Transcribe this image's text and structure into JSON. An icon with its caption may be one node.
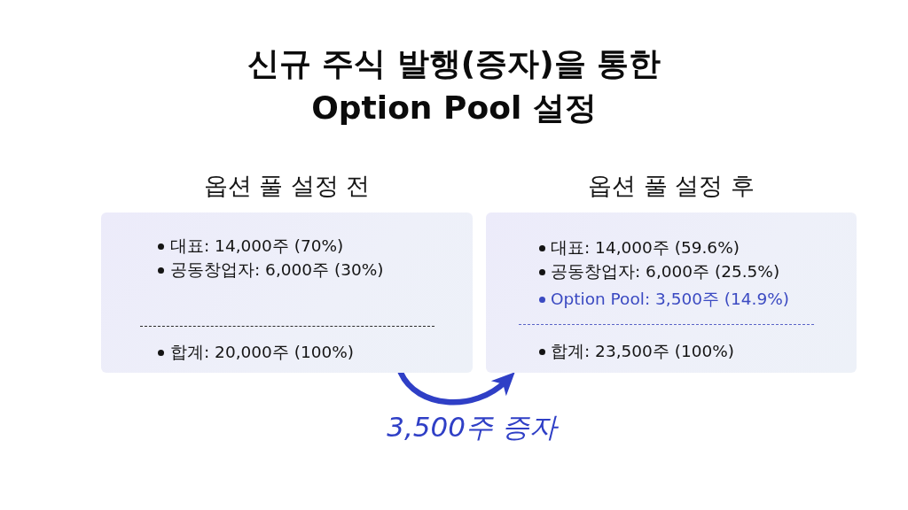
{
  "diagram": {
    "title": "신규 주식 발행(증자)을 통한 Option Pool 설정",
    "nodes": [
      {
        "text": [
          "옵션 풀 설정 전",
          "대표: 14,000주 (70%)",
          "공동창업자: 6,000주 (30%)",
          "합계: 20,000주 (100%)"
        ]
      },
      {
        "text": [
          "옵션 풀 설정 후",
          "대표: 14,000주 (59.6%)",
          "공동창업자: 6,000주 (25.5%)",
          "Option Pool: 3,500주 (14.9%)",
          "합계: 23,500주 (100%)"
        ]
      }
    ],
    "edges": [
      {
        "from": 0,
        "to": 1,
        "arrow": "to",
        "label": "3,500주 증자"
      }
    ]
  }
}
